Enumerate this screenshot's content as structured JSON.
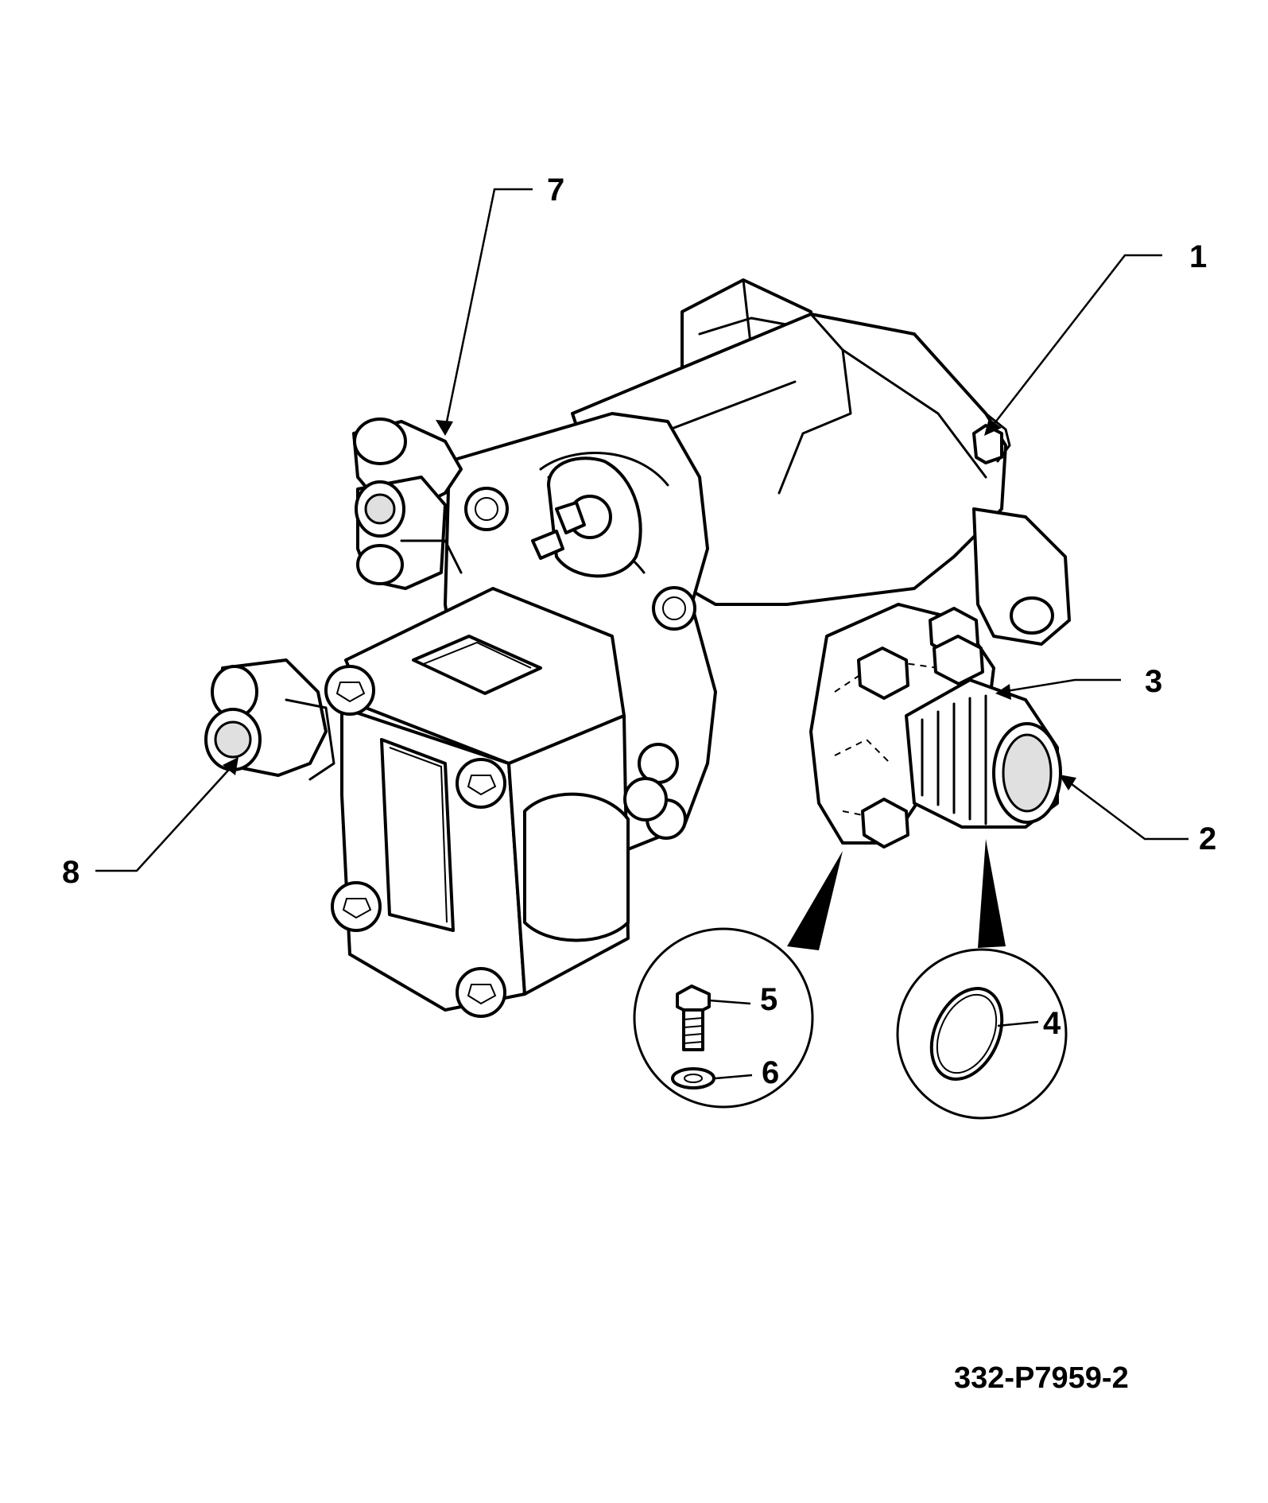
{
  "figure": {
    "drawing_number": "332-P7959-2"
  },
  "callouts": [
    {
      "id": "c1",
      "label": "1"
    },
    {
      "id": "c2",
      "label": "2"
    },
    {
      "id": "c3",
      "label": "3"
    },
    {
      "id": "c4",
      "label": "4"
    },
    {
      "id": "c5",
      "label": "5"
    },
    {
      "id": "c6",
      "label": "6"
    },
    {
      "id": "c7",
      "label": "7"
    },
    {
      "id": "c8",
      "label": "8"
    }
  ],
  "colors": {
    "ink": "#000000",
    "paper": "#ffffff",
    "shade": "#e0e0e0"
  }
}
